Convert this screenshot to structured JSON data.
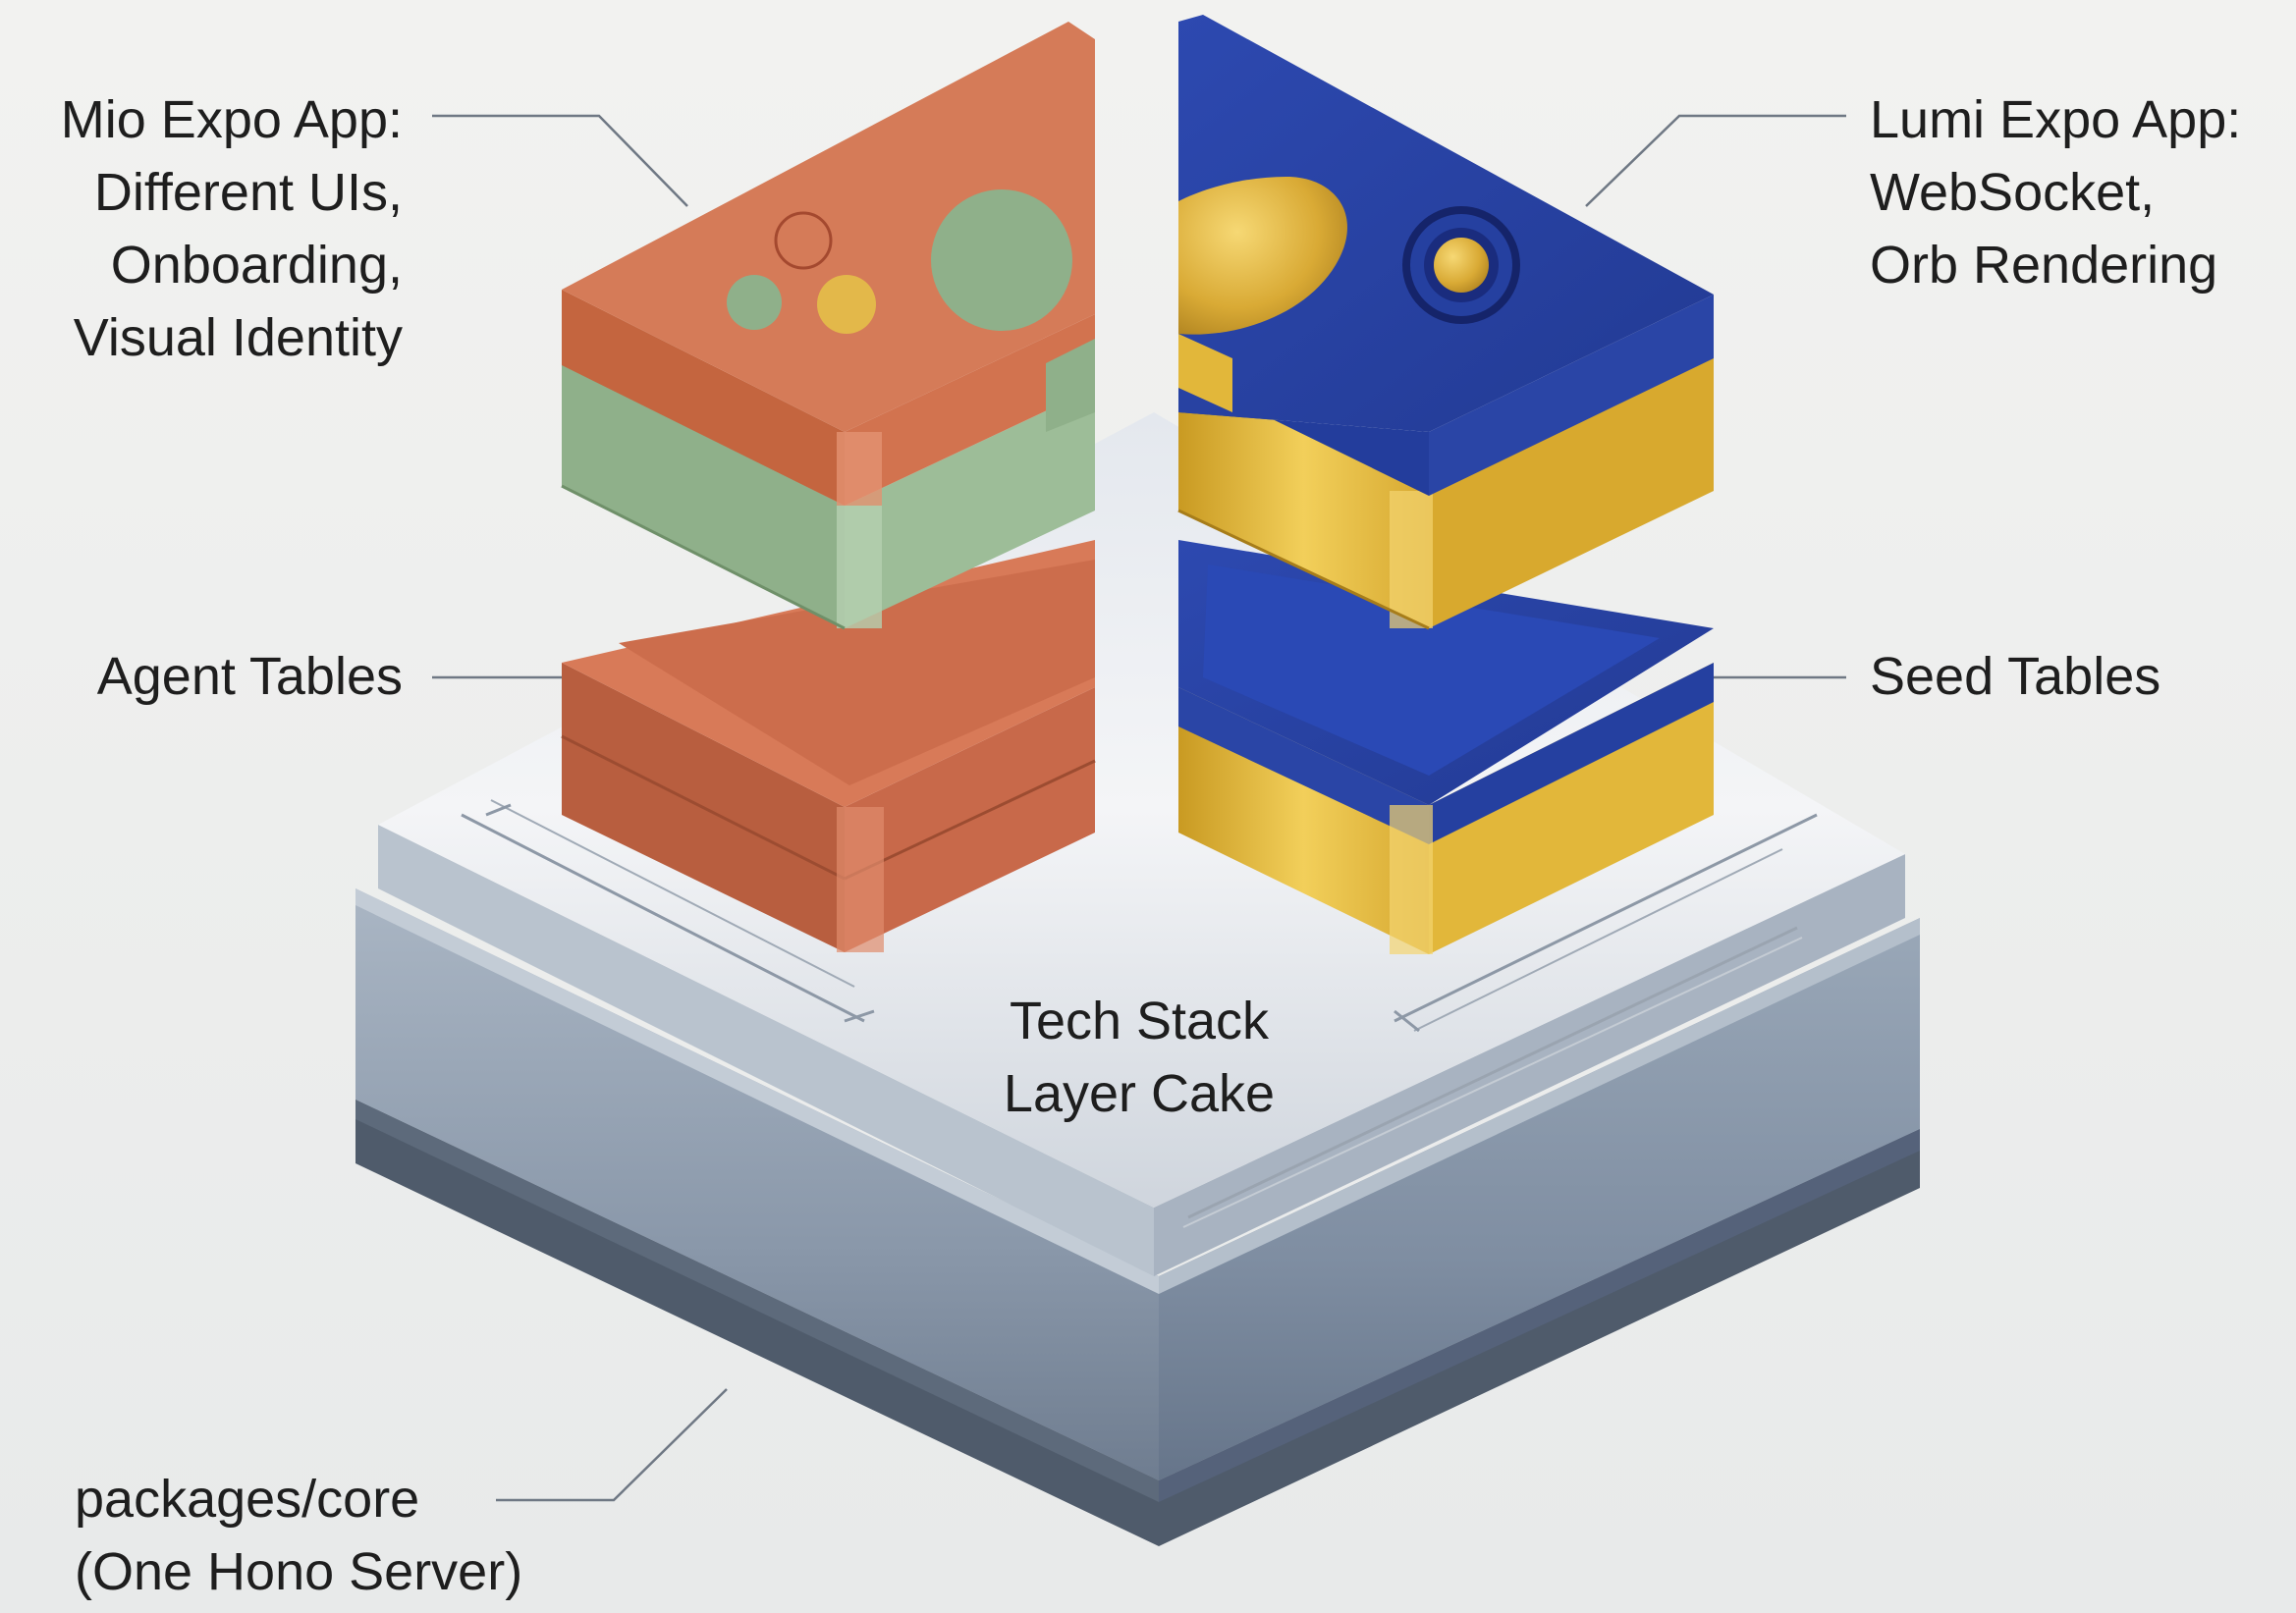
{
  "diagram": {
    "center_title": [
      "Tech Stack",
      "Layer Cake"
    ],
    "labels": {
      "mio_app": [
        "Mio Expo App:",
        "Different UIs,",
        "Onboarding,",
        "Visual Identity"
      ],
      "agent_tables": [
        "Agent Tables"
      ],
      "lumi_app": [
        "Lumi Expo App:",
        "WebSocket,",
        "Orb Rendering"
      ],
      "seed_tables": [
        "Seed Tables"
      ],
      "core": [
        "packages/core",
        "(One Hono Server)"
      ]
    },
    "colors": {
      "background": "#efefed",
      "mio_terracotta": "#cc6f4e",
      "mio_sage": "#8fb08a",
      "mio_gold": "#e3b84a",
      "lumi_blue": "#2a45a6",
      "lumi_gold": "#e2b73a",
      "core_steel": "#8896a8"
    }
  }
}
